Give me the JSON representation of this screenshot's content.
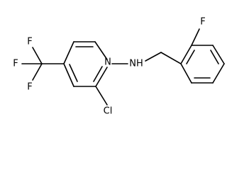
{
  "molecule": {
    "atom_labels": {
      "ring_nitrogen": "N",
      "amine": "NH",
      "chlorine": "Cl",
      "cf3_fluorine_top": "F",
      "cf3_fluorine_left": "F",
      "cf3_fluorine_bottom": "F",
      "aryl_fluorine": "F"
    }
  },
  "colors": {
    "bond": "#000000",
    "label": "#000000",
    "background": "#ffffff"
  }
}
